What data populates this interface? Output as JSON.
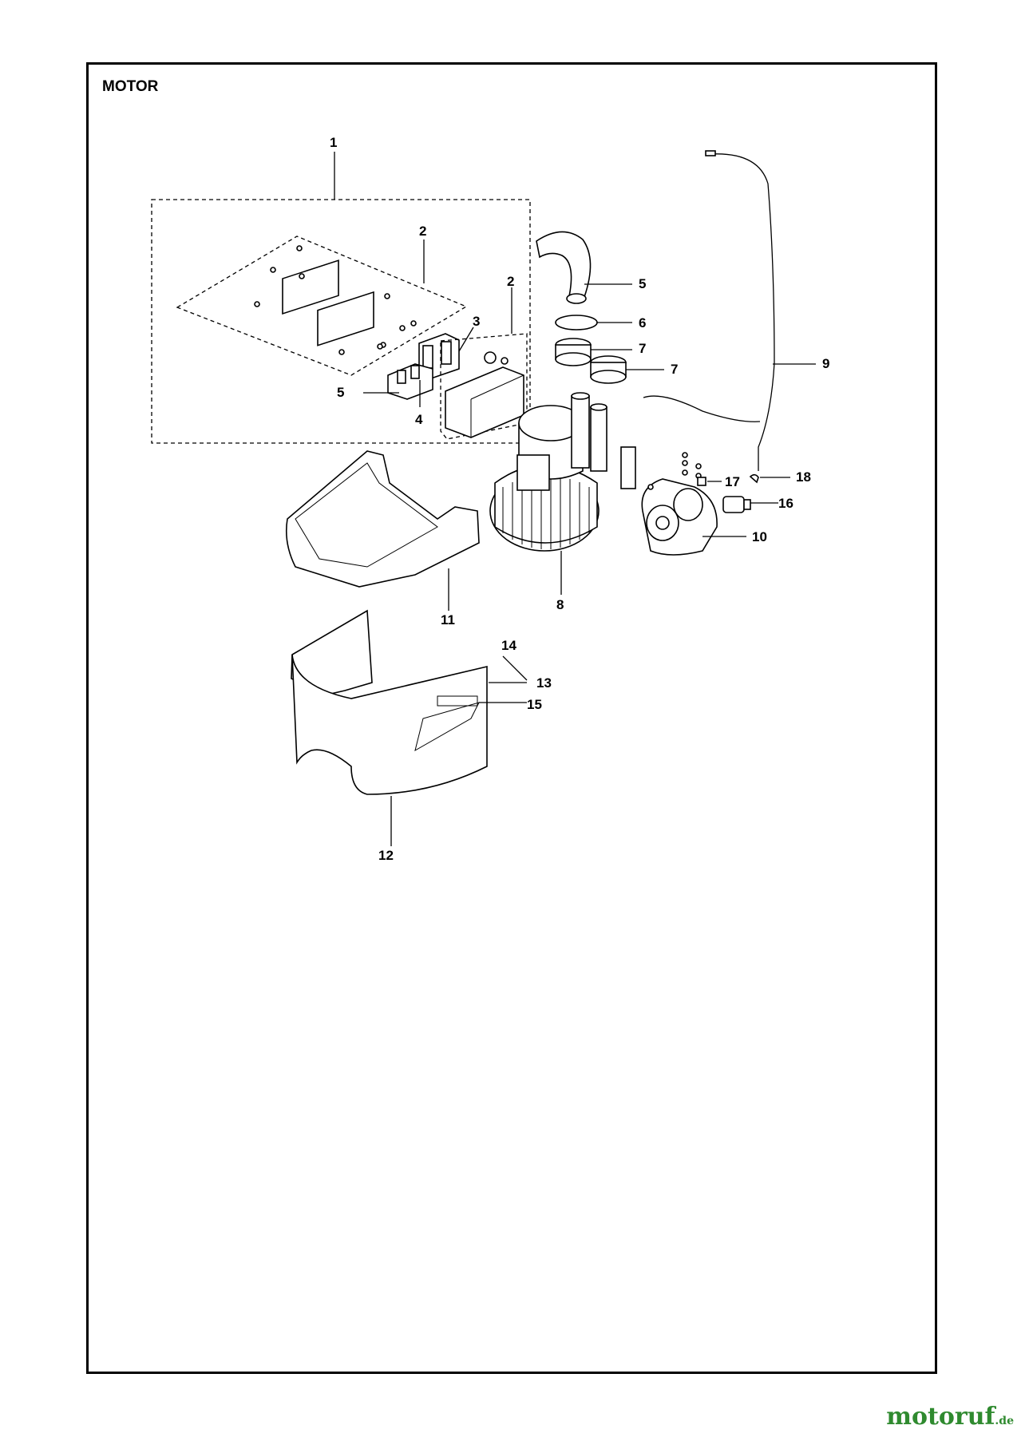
{
  "title": "MOTOR",
  "watermark": {
    "main": "motoruf",
    "tld": ".de"
  },
  "callouts": [
    "1",
    "2",
    "2",
    "3",
    "4",
    "5",
    "5",
    "6",
    "7",
    "7",
    "8",
    "9",
    "10",
    "11",
    "12",
    "13",
    "14",
    "15",
    "16",
    "17",
    "18"
  ]
}
